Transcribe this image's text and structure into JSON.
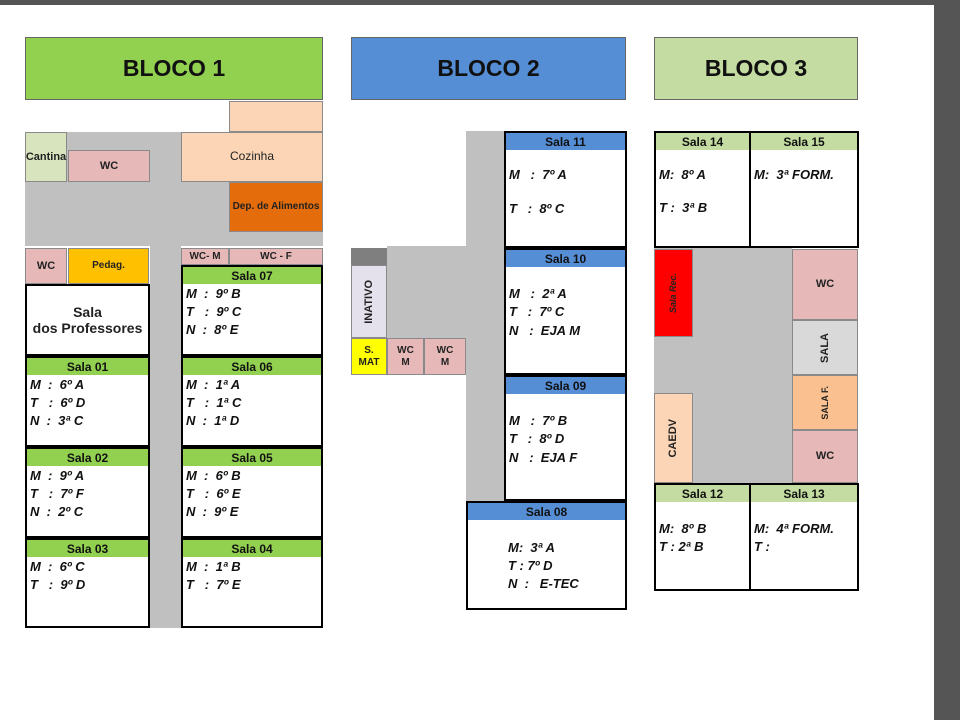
{
  "blocks": {
    "b1": "BLOCO 1",
    "b2": "BLOCO 2",
    "b3": "BLOCO 3"
  },
  "colors": {
    "green": "#92d050",
    "blue": "#558ed5",
    "light_green": "#c4dca2",
    "peach": "#fbd5b5",
    "pink": "#e6b9b8",
    "orange": "#e46c0a",
    "yellow": "#ffff00",
    "gold": "#ffc000",
    "red": "#ff0000",
    "light_gray": "#d9d9d9",
    "corridor": "#c0c0c0"
  },
  "bloco1": {
    "cantina": "Cantina",
    "wc_top": "WC",
    "cozinha": "Cozinha",
    "dep": "Dep. de Alimentos",
    "wc_left": "WC",
    "pedag": "Pedag.",
    "sala_prof": "Sala\ndos Professores",
    "wc_m": "WC- M",
    "wc_f": "WC - F",
    "sala07": {
      "name": "Sala 07",
      "lines": [
        "M  :  9º B",
        "T   :  9º C",
        "N  :  8º E"
      ]
    },
    "sala01": {
      "name": "Sala 01",
      "lines": [
        "M  :  6º A",
        "T   :  6º D",
        "N  :  3ª C"
      ]
    },
    "sala06": {
      "name": "Sala 06",
      "lines": [
        "M  :  1ª A",
        "T   :  1ª C",
        "N  :  1ª D"
      ]
    },
    "sala02": {
      "name": "Sala 02",
      "lines": [
        "M  :  9º A",
        "T   :  7º F",
        "N  :  2º C"
      ]
    },
    "sala05": {
      "name": "Sala 05",
      "lines": [
        "M  :  6º B",
        "T   :  6º E",
        "N  :  9º E"
      ]
    },
    "sala03": {
      "name": "Sala 03",
      "lines": [
        "M  :  6º C",
        "T   :  9º D"
      ]
    },
    "sala04": {
      "name": "Sala 04",
      "lines": [
        "M  :  1ª B",
        "T   :  7º E"
      ]
    }
  },
  "bloco2": {
    "inativo": "INATIVO",
    "smat": "S.\nMAT",
    "wcm1": "WC\nM",
    "wcm2": "WC\nM",
    "sala11": {
      "name": "Sala 11",
      "lines": [
        "M   :  7º A",
        "T   :  8º C"
      ]
    },
    "sala10": {
      "name": "Sala 10",
      "lines": [
        "M   :  2ª A",
        "T   :  7º C",
        "N   :  EJA M"
      ]
    },
    "sala09": {
      "name": "Sala 09",
      "lines": [
        "M   :  7º B",
        "T   :  8º D",
        "N   :  EJA F"
      ]
    },
    "sala08": {
      "name": "Sala 08",
      "lines": [
        "M:  3ª A",
        "T : 7º D",
        "N  :   E-TEC"
      ]
    }
  },
  "bloco3": {
    "sala14": {
      "name": "Sala 14",
      "lines": [
        "M:  8º A",
        "T :  3ª B"
      ]
    },
    "sala15": {
      "name": "Sala 15",
      "lines": [
        "M:  3ª FORM."
      ]
    },
    "sala_rec": "Sala Rec.",
    "wc1": "WC",
    "sala": "SALA",
    "sala_f": "SALA F.",
    "wc2": "WC",
    "caedv": "CAEDV",
    "sala12": {
      "name": "Sala 12",
      "lines": [
        "M:  8º B",
        "T : 2ª B"
      ]
    },
    "sala13": {
      "name": "Sala 13",
      "lines": [
        "M:  4ª FORM.",
        "T :"
      ]
    }
  }
}
